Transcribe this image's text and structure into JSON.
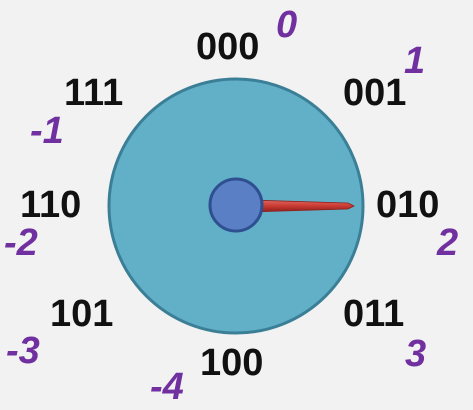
{
  "colors": {
    "dial_face": "#62afc8",
    "dial_edge": "#3b7f96",
    "hub": "#5b7fc4",
    "hub_edge": "#2e5091",
    "needle": "#c83a32",
    "binary_text": "#111111",
    "decimal_text": "#7030a0"
  },
  "needle_points_to": "010",
  "dial": {
    "positions": [
      {
        "binary": "000",
        "decimal": "0"
      },
      {
        "binary": "001",
        "decimal": "1"
      },
      {
        "binary": "010",
        "decimal": "2"
      },
      {
        "binary": "011",
        "decimal": "3"
      },
      {
        "binary": "100",
        "decimal": "-4"
      },
      {
        "binary": "101",
        "decimal": "-3"
      },
      {
        "binary": "110",
        "decimal": "-2"
      },
      {
        "binary": "111",
        "decimal": "-1"
      }
    ]
  }
}
